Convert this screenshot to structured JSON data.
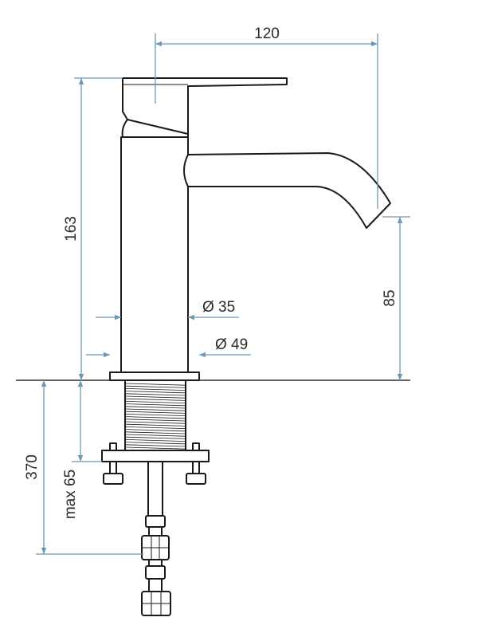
{
  "dimensions": {
    "spout_reach": "120",
    "total_height": "163",
    "spout_height": "85",
    "body_diameter": "Ø 35",
    "base_diameter": "Ø 49",
    "hose_length": "370",
    "max_deck_thickness": "max 65"
  },
  "colors": {
    "dimension_line": "#6b98b3",
    "outline": "#1a1a1a"
  }
}
